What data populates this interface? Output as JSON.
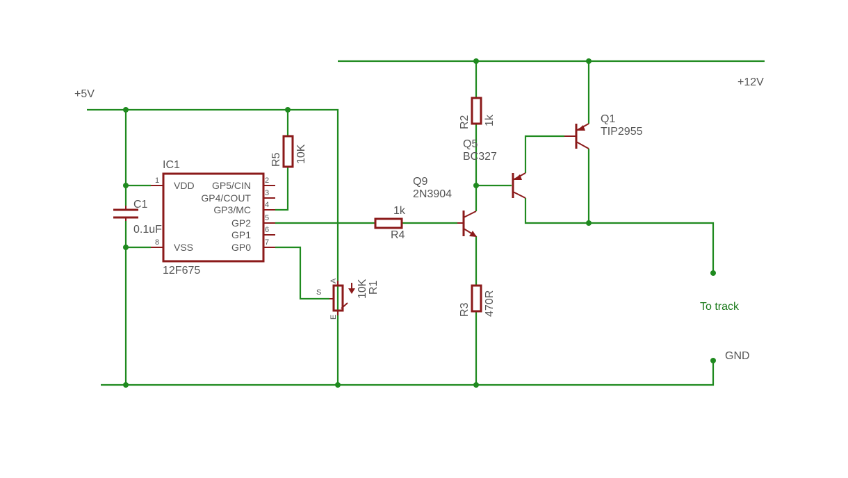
{
  "nets": {
    "v5": "+5V",
    "v12": "+12V",
    "gnd": "GND",
    "track": "To track"
  },
  "ic1": {
    "name": "IC1",
    "value": "12F675",
    "pins_left": [
      {
        "num": "1",
        "label": "VDD"
      },
      {
        "num": "8",
        "label": "VSS"
      }
    ],
    "pins_right": [
      {
        "num": "2",
        "label": "GP5/CIN"
      },
      {
        "num": "3",
        "label": "GP4/COUT"
      },
      {
        "num": "4",
        "label": "GP3/MC"
      },
      {
        "num": "5",
        "label": "GP2"
      },
      {
        "num": "6",
        "label": "GP1"
      },
      {
        "num": "7",
        "label": "GP0"
      }
    ]
  },
  "c1": {
    "name": "C1",
    "value": "0.1uF"
  },
  "r5": {
    "name": "R5",
    "value": "10K"
  },
  "r1": {
    "name": "R1",
    "value": "10K",
    "pin_s": "S",
    "pin_a": "A",
    "pin_e": "E"
  },
  "r4": {
    "name": "R4",
    "value": "1k"
  },
  "r2": {
    "name": "R2",
    "value": "1k"
  },
  "r3": {
    "name": "R3",
    "value": "470R"
  },
  "q9": {
    "name": "Q9",
    "value": "2N3904"
  },
  "q5": {
    "name": "Q5",
    "value": "BC327"
  },
  "q1": {
    "name": "Q1",
    "value": "TIP2955"
  },
  "colors": {
    "wire": "#1f8a1f",
    "symbol": "#8b1a1a",
    "text": "#555555",
    "net_label": "#1a7a1a"
  }
}
